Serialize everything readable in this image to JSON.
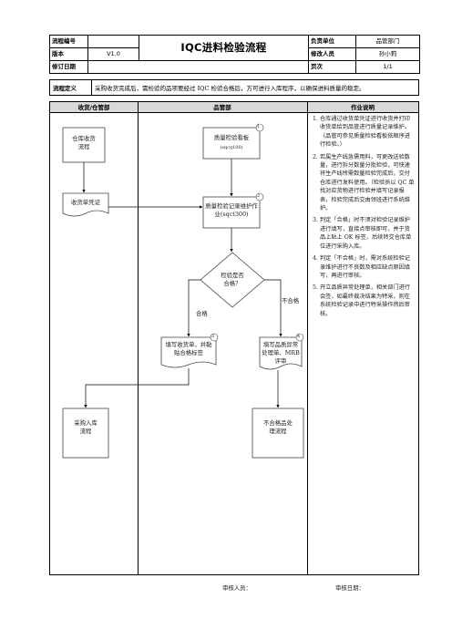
{
  "header": {
    "code_label": "流程编号",
    "code_value": "",
    "dept_label": "负责单位",
    "dept_value": "品管部门",
    "version_label": "版本",
    "version_value": "V1.0",
    "title": "IQC进料检验流程",
    "editor_label": "修改人员",
    "editor_value": "孙小莉",
    "date_label": "修订日期",
    "date_value": "",
    "page_label": "页次",
    "page_value": "1/1"
  },
  "definition": {
    "label": "流程定义",
    "text": "采购收货完成后，需检验的品项要经过 IQC 检验合格后，方可进行入库程序，以确保进料质量的稳定。"
  },
  "columns": {
    "col1": "收货/仓管部",
    "col2": "品管部",
    "col3": "作业说明"
  },
  "nodes": {
    "warehouse_receive": "仓库收货\n流程",
    "receipt_voucher": "收货单凭证",
    "qc_board": "质量检验看板",
    "qc_board_code": "(sqcq100)",
    "qc_record": "质量检验记录维护作业(sqct300)",
    "decision": "检验是否\n合格？",
    "fill_receipt": "填写收货单，并黏贴合格标签",
    "fill_abnormal": "填写品质异常处理单、MRB评审",
    "purchase_in": "采购入库\n流程",
    "nonconform": "不合格品处\n理流程"
  },
  "badges": {
    "b1": "1",
    "b2": "2",
    "b3": "3",
    "b4": "4"
  },
  "edges": {
    "pass": "合格",
    "fail": "不合格"
  },
  "descriptions": [
    {
      "n": "1.",
      "t": "仓库通过收货单凭证进行收货并打印收货单给到品管进行质量记录维护。（品管可参见质量检验看板依顺序进行检验。）"
    },
    {
      "n": "2.",
      "t": "若属生产线急需用料，可更改送验数量，进行拆分数量分批检验，可快速将生产线所需数量检验完成后，交付仓库进行发料使用。（检验员以 QC 单找对应货物进行检验并填写记录报表，检验完成后交由领班进行系统维护。"
    },
    {
      "n": "3.",
      "t": "判定「合格」时不须对检验记录维护进行填写，直接点审核即可，并于货品上贴上 OK 标签，后续转交仓库单位进行采购入库。"
    },
    {
      "n": "4.",
      "t": "判定「不合格」时，需对系统检验记录维护进行不良数及相应缺点原因填写，再进行审核。"
    },
    {
      "n": "5.",
      "t": "开立品质异常处理单，相关部门进行会签，如最终裁决结果为特采，则在系统检验记录中进行特采操作然后审核。"
    }
  ],
  "footer": {
    "reviewer": "审核人员：",
    "review_date": "审核日期："
  }
}
